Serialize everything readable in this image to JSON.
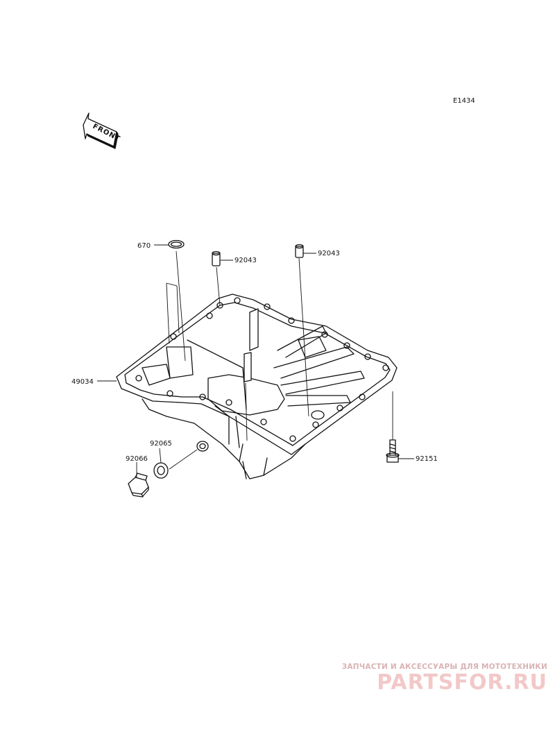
{
  "diagram": {
    "code": "E1434",
    "front_label": "FRONT",
    "parts": [
      {
        "id": "p670",
        "label": "670"
      },
      {
        "id": "p92043a",
        "label": "92043"
      },
      {
        "id": "p92043b",
        "label": "92043"
      },
      {
        "id": "p49034",
        "label": "49034"
      },
      {
        "id": "p92065",
        "label": "92065"
      },
      {
        "id": "p92066",
        "label": "92066"
      },
      {
        "id": "p92151",
        "label": "92151"
      }
    ]
  },
  "watermark": {
    "tagline": "ЗАПЧАСТИ И АКСЕССУАРЫ ДЛЯ МОТОТЕХНИКИ",
    "logo": "PARTSFOR.RU",
    "color": "#f2c8c8"
  }
}
